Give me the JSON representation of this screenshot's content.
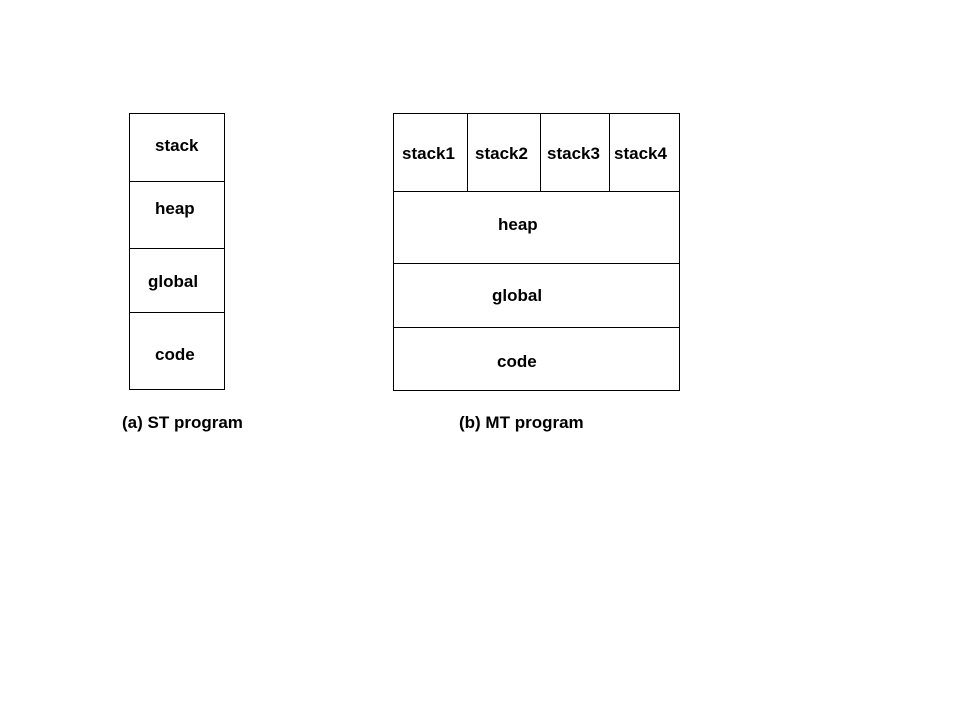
{
  "st": {
    "segments": {
      "stack": "stack",
      "heap": "heap",
      "global": "global",
      "code": "code"
    },
    "caption": "(a) ST program"
  },
  "mt": {
    "stacks": [
      "stack1",
      "stack2",
      "stack3",
      "stack4"
    ],
    "segments": {
      "heap": "heap",
      "global": "global",
      "code": "code"
    },
    "caption": "(b) MT program"
  }
}
